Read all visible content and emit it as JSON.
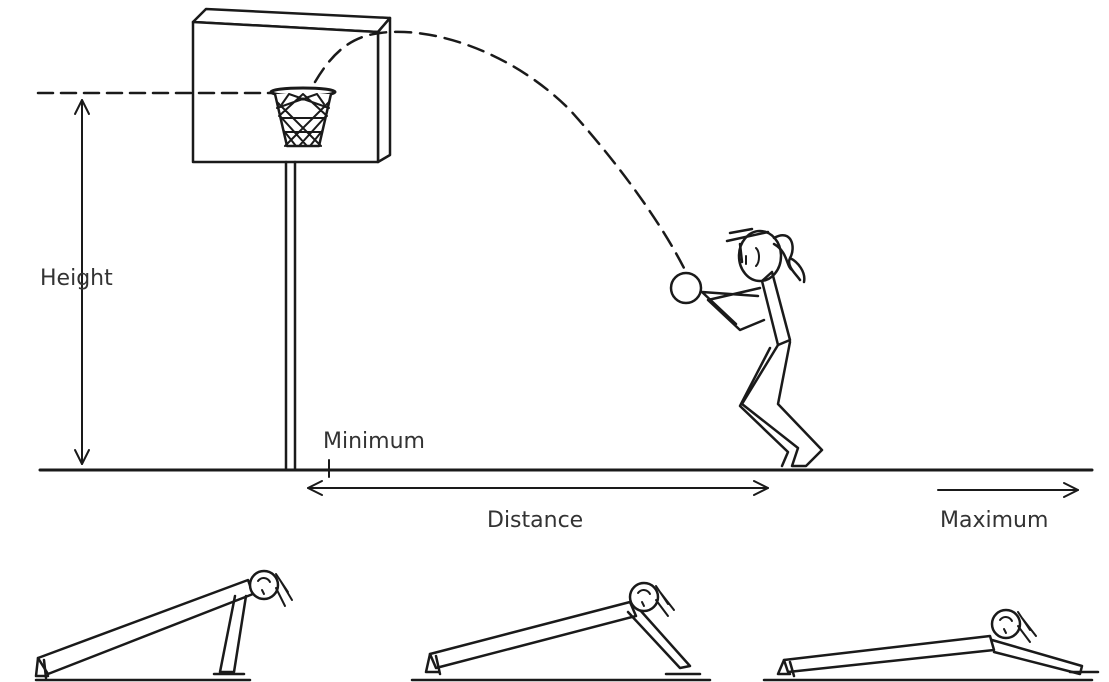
{
  "labels": {
    "height": "Height",
    "minimum": "Minimum",
    "distance": "Distance",
    "maximum": "Maximum"
  },
  "colors": {
    "ink": "#1a1a1a",
    "text": "#333333",
    "background": "#ffffff"
  }
}
